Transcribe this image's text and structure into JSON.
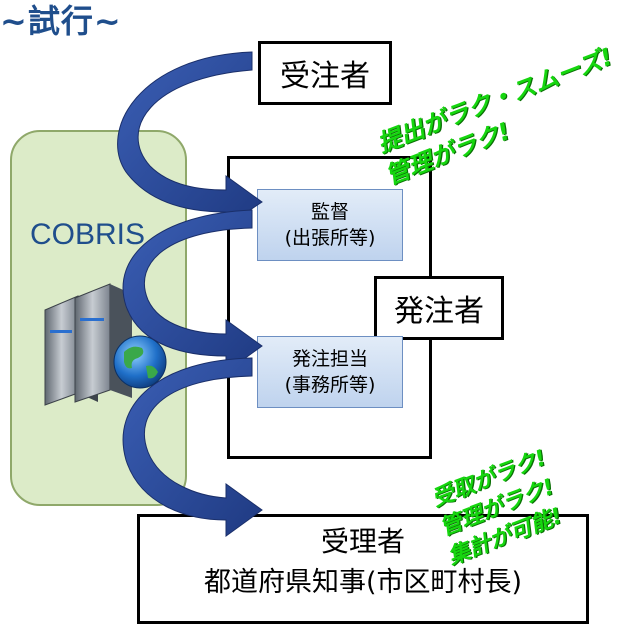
{
  "title": "~試行~",
  "contractor_label": "受注者",
  "orderer_label": "発注者",
  "receiver": {
    "line1": "受理者",
    "line2": "都道府県知事(市区町村長)"
  },
  "system": {
    "name": "COBRIS",
    "server_icon": "server-globe-icon"
  },
  "supervisor_box": {
    "line1": "監督",
    "line2": "(出張所等)"
  },
  "order_staff_box": {
    "line1": "発注担当",
    "line2": "(事務所等)"
  },
  "notes": {
    "contractor_benefits": [
      "提出がラク・スムーズ!",
      "管理がラク!"
    ],
    "receiver_benefits": [
      "受取がラク!",
      "管理がラク!",
      "集計が可能!"
    ]
  },
  "colors": {
    "title": "#1f4e8c",
    "cobris_panel": "#dcebc8",
    "arrow": "#2b4c9b",
    "note_text": "#16d60f"
  }
}
